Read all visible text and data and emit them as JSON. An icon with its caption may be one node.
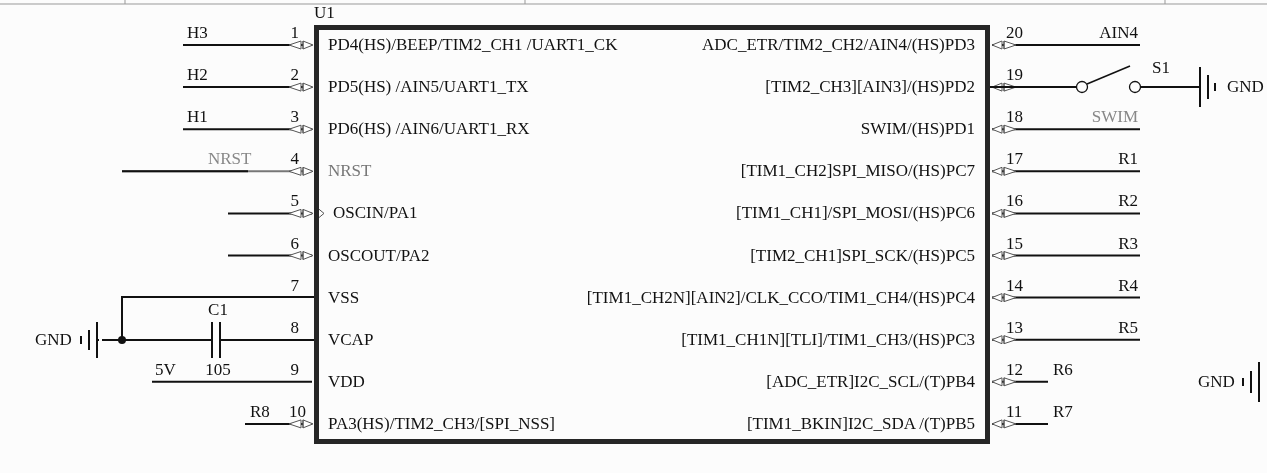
{
  "diagram": {
    "nodes": [
      {
        "text": [
          "U1"
        ]
      },
      {
        "text": [
          "GND"
        ]
      },
      {
        "text": [
          "C1",
          "105"
        ]
      },
      {
        "text": [
          "S1"
        ]
      },
      {
        "text": [
          "GND"
        ]
      },
      {
        "text": [
          "GND"
        ]
      }
    ],
    "edges": [
      {
        "from": 0,
        "to": 1,
        "arrow": "none"
      },
      {
        "from": 0,
        "to": 2,
        "arrow": "none"
      },
      {
        "from": 2,
        "to": 1,
        "arrow": "none"
      },
      {
        "from": 0,
        "to": 3,
        "arrow": "none"
      },
      {
        "from": 3,
        "to": 4,
        "arrow": "none"
      }
    ],
    "labels": [
      "H3",
      "1",
      "PD4(HS)/BEEP/TIM2_CH1 /UART1_CK",
      "ADC_ETR/TIM2_CH2/AIN4/(HS)PD3",
      "20",
      "AIN4",
      "H2",
      "2",
      "PD5(HS) /AIN5/UART1_TX",
      "[TIM2_CH3][AIN3]/(HS)PD2",
      "19",
      "H1",
      "3",
      "PD6(HS) /AIN6/UART1_RX",
      "SWIM/(HS)PD1",
      "18",
      "SWIM",
      "NRST",
      "4",
      "NRST",
      "[TIM1_CH2]SPI_MISO/(HS)PC7",
      "17",
      "R1",
      "5",
      "OSCIN/PA1",
      "[TIM1_CH1]/SPI_MOSI/(HS)PC6",
      "16",
      "R2",
      "6",
      "OSCOUT/PA2",
      "[TIM2_CH1]SPI_SCK/(HS)PC5",
      "15",
      "R3",
      "7",
      "VSS",
      "[TIM1_CH2N][AIN2]/CLK_CCO/TIM1_CH4/(HS)PC4",
      "14",
      "R4",
      "8",
      "VCAP",
      "[TIM1_CH1N][TLI]/TIM1_CH3/(HS)PC3",
      "13",
      "R5",
      "5V",
      "9",
      "VDD",
      "[ADC_ETR]I2C_SCL/(T)PB4",
      "12",
      "R6",
      "R8",
      "10",
      "PA3(HS)/TIM2_CH3/[SPI_NSS]",
      "[TIM1_BKIN]I2C_SDA /(T)PB5",
      "11",
      "R7"
    ]
  }
}
